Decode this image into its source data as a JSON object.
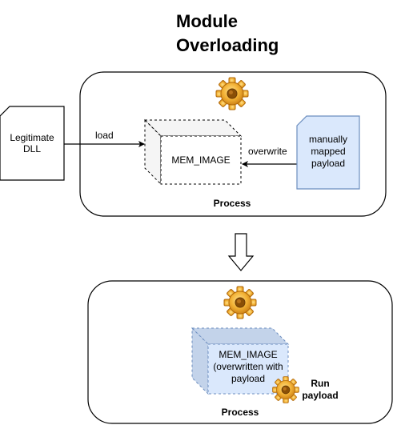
{
  "title": {
    "line1": "Module",
    "line2": "Overloading"
  },
  "top_process": {
    "label": "Process",
    "legit_dll": {
      "line1": "Legitimate",
      "line2": "DLL"
    },
    "load_label": "load",
    "mem_image_label": "MEM_IMAGE",
    "overwrite_label": "overwrite",
    "payload": {
      "line1": "manually",
      "line2": "mapped",
      "line3": "payload"
    }
  },
  "bottom_process": {
    "label": "Process",
    "mem_image": {
      "line1": "MEM_IMAGE",
      "line2": "(overwritten with",
      "line3": "payload"
    },
    "run_payload": {
      "line1": "Run",
      "line2": "payload"
    }
  },
  "colors": {
    "stroke": "#000000",
    "payload_fill": "#dae8fc",
    "payload_stroke": "#6c8ebf",
    "cube_top_fill": "#f5f5f5",
    "blue_cube_fill": "#dae8fc",
    "blue_cube_side": "#c3d3ea",
    "gear_gold": "#f2b134",
    "gear_dark": "#c77a12"
  }
}
